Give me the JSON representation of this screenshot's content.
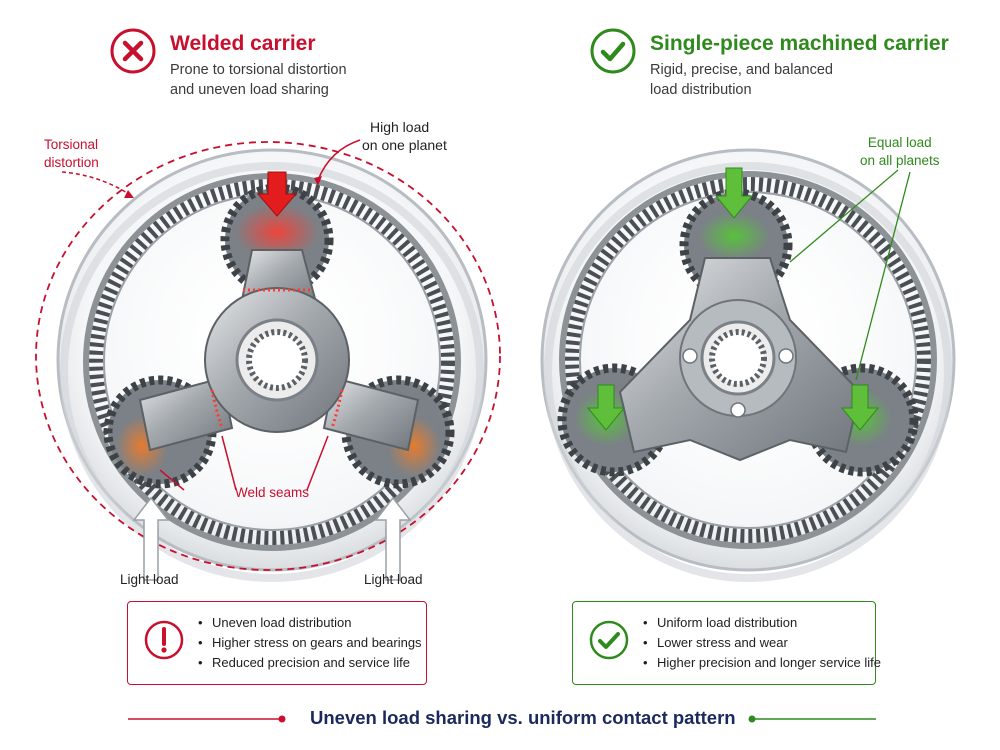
{
  "left_panel": {
    "title": "Welded carrier",
    "subtitle_line1": "Prone to torsional distortion",
    "subtitle_line2": "and uneven load sharing",
    "labels": {
      "torsional_line1": "Torsional",
      "torsional_line2": "distortion",
      "high_load_line1": "High load",
      "high_load_line2": "on one planet",
      "weld_seams": "Weld seams",
      "light_load_left": "Light load",
      "light_load_right": "Light load"
    },
    "summary": [
      "Uneven load distribution",
      "Higher stress on gears and bearings",
      "Reduced precision and service life"
    ],
    "accent_color": "#c8102e"
  },
  "right_panel": {
    "title": "Single-piece machined carrier",
    "subtitle_line1": "Rigid, precise, and balanced",
    "subtitle_line2": "load distribution",
    "labels": {
      "equal_load_line1": "Equal load",
      "equal_load_line2": "on all planets"
    },
    "summary": [
      "Uniform load distribution",
      "Lower stress and wear",
      "Higher precision and longer service life"
    ],
    "accent_color": "#2f8a1d"
  },
  "footer": {
    "title": "Uneven load sharing vs. uniform contact pattern"
  },
  "icons": {
    "left_header": "x-circle-icon",
    "right_header": "check-circle-icon",
    "left_box": "exclamation-circle-icon",
    "right_box": "check-circle-icon"
  },
  "colors": {
    "title_dark": "#1b2a5c",
    "metal": "#8d9297",
    "metal_light": "#d8dbde"
  }
}
